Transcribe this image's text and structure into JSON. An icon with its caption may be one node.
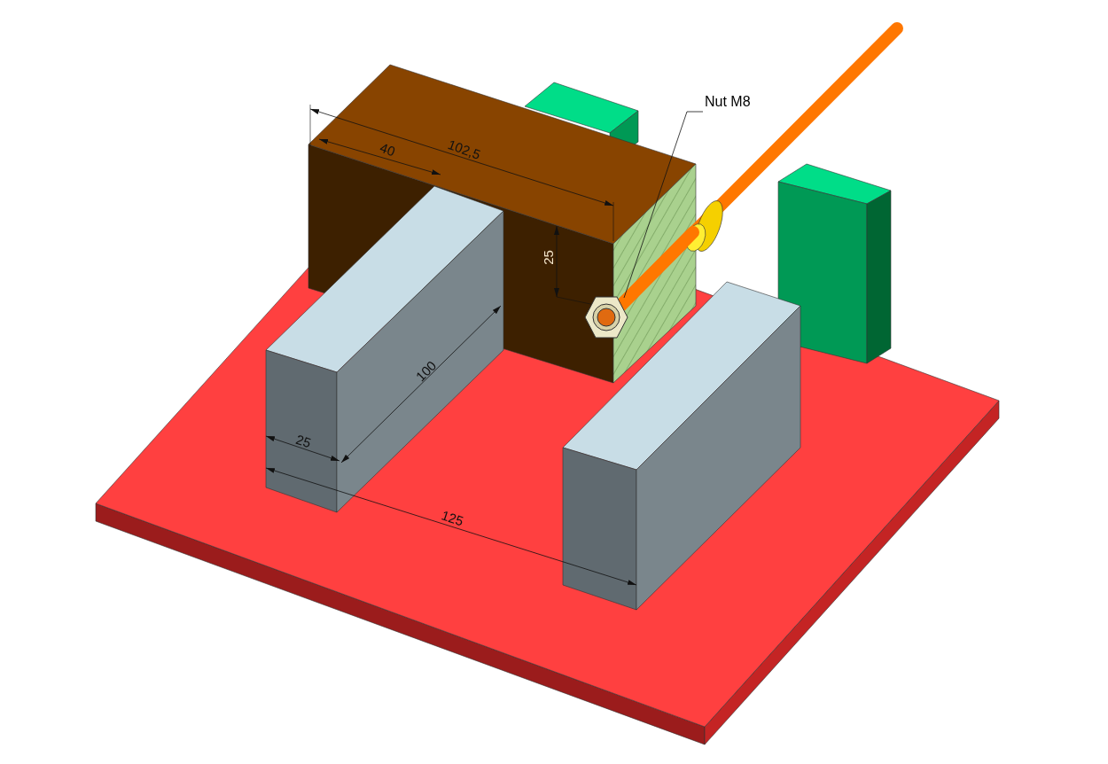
{
  "diagram": {
    "nodes": [
      {
        "text": [
          "Nut M8"
        ]
      },
      {
        "text": [],
        "shape": "picture"
      }
    ],
    "edges": [
      {
        "from": 0,
        "to": 1,
        "arrow": "none"
      }
    ],
    "labels": [
      "40",
      "102,5",
      "25",
      "100",
      "25",
      "125"
    ]
  }
}
